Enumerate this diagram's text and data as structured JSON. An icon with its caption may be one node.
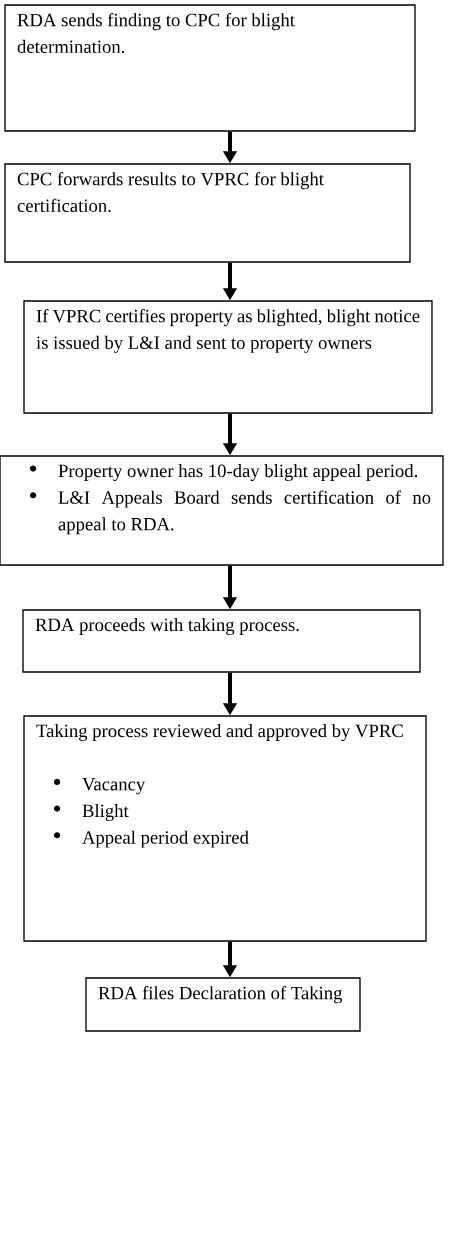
{
  "diagram": {
    "nodes": [
      {
        "text": [
          "RDA sends finding to CPC for blight determination."
        ]
      },
      {
        "text": [
          "CPC forwards results to VPRC for blight certification."
        ]
      },
      {
        "text": [
          "If VPRC certifies property as blighted, blight notice is issued by L&I and sent to property owners"
        ]
      },
      {
        "text": [
          "Property owner has 10-day blight appeal period.",
          "L&I Appeals Board sends certification of no appeal to RDA."
        ]
      },
      {
        "text": [
          "RDA proceeds with taking process."
        ]
      },
      {
        "text": [
          "Taking process reviewed and approved by VPRC",
          "Vacancy",
          "Blight",
          "Appeal period expired"
        ]
      },
      {
        "text": [
          "RDA files Declaration of Taking"
        ]
      }
    ],
    "edges": [
      {
        "from": 0,
        "to": 1,
        "arrow": "to"
      },
      {
        "from": 1,
        "to": 2,
        "arrow": "to"
      },
      {
        "from": 2,
        "to": 3,
        "arrow": "to"
      },
      {
        "from": 3,
        "to": 4,
        "arrow": "to"
      },
      {
        "from": 4,
        "to": 5,
        "arrow": "to"
      },
      {
        "from": 5,
        "to": 6,
        "arrow": "to"
      }
    ]
  }
}
